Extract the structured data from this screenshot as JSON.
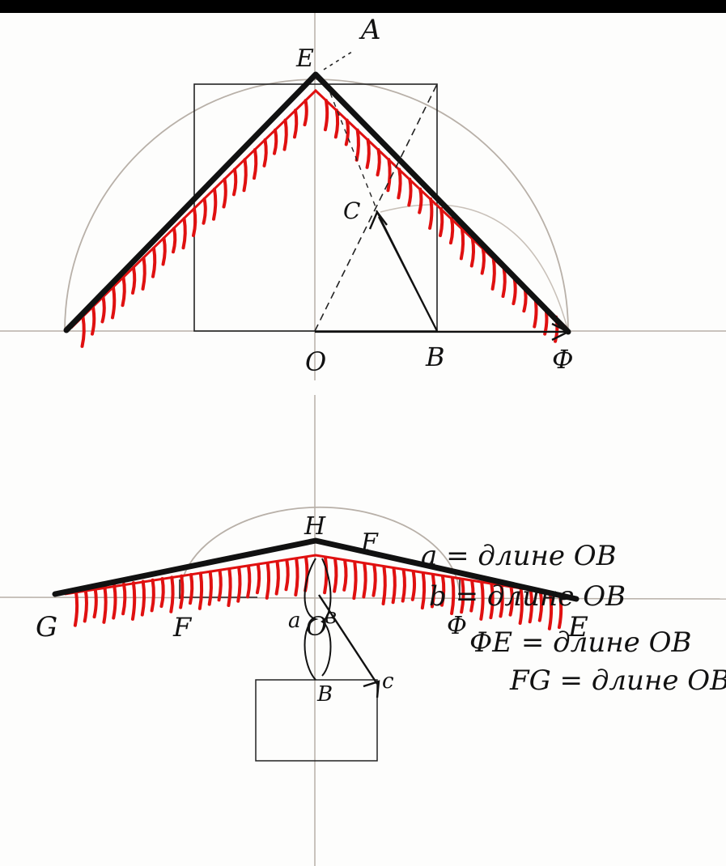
{
  "labels": {
    "top": {
      "E": "E",
      "A": "A",
      "C": "C",
      "O": "O",
      "B": "B",
      "D": "Ф"
    },
    "bottom": {
      "H": "H",
      "F_top": "F",
      "a": "a",
      "b": "в",
      "B": "B",
      "c": "c",
      "G": "G",
      "F": "F",
      "O": "O",
      "D": "Ф",
      "E": "E"
    }
  },
  "equations": [
    "a = длине OB",
    "b = длине OB",
    "ФE = длине OB",
    "FG = длине OB"
  ],
  "colors": {
    "background": "#ffffff",
    "frame": "#000000",
    "roof": "#111111",
    "hatching": "#e01010",
    "construction": "#b8b0a8",
    "ink": "#1a1a1a"
  }
}
